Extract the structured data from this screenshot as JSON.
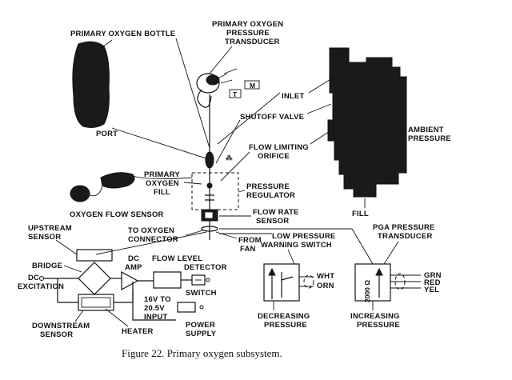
{
  "labels": {
    "primary_oxygen_bottle": "PRIMARY OXYGEN BOTTLE",
    "pressure_transducer_1": "PRIMARY OXYGEN",
    "pressure_transducer_2": "PRESSURE",
    "pressure_transducer_3": "TRANSDUCER",
    "port": "PORT",
    "inlet": "INLET",
    "shutoff_valve": "SHUTOFF VALVE",
    "flow_limiting_1": "FLOW LIMITING",
    "flow_limiting_2": "ORIFICE",
    "ambient_1": "AMBIENT",
    "ambient_2": "PRESSURE",
    "primary_fill_1": "PRIMARY",
    "primary_fill_2": "OXYGEN",
    "primary_fill_3": "FILL",
    "pressure_reg_1": "PRESSURE",
    "pressure_reg_2": "REGULATOR",
    "fill": "FILL",
    "oxygen_flow_sensor": "OXYGEN FLOW SENSOR",
    "flow_rate_1": "FLOW RATE",
    "flow_rate_2": "SENSOR",
    "to_oxygen_1": "TO OXYGEN",
    "to_oxygen_2": "CONNECTOR",
    "from_fan_1": "FROM",
    "from_fan_2": "FAN",
    "upstream_1": "UPSTREAM",
    "upstream_2": "SENSOR",
    "bridge": "BRIDGE",
    "dc_exc_1": "DC",
    "dc_exc_2": "EXCITATION",
    "dc_amp_1": "DC",
    "dc_amp_2": "AMP",
    "flow_level_1": "FLOW LEVEL",
    "flow_level_2": "DETECTOR",
    "switch": "SWITCH",
    "input_1": "16V TO",
    "input_2": "20.5V",
    "input_3": "INPUT",
    "downstream_1": "DOWNSTREAM",
    "downstream_2": "SENSOR",
    "heater": "HEATER",
    "power_1": "POWER",
    "power_2": "SUPPLY",
    "low_pressure_1": "LOW PRESSURE",
    "low_pressure_2": "WARNING SWITCH",
    "wht": "WHT",
    "orn": "ORN",
    "decreasing_1": "DECREASING",
    "decreasing_2": "PRESSURE",
    "pga_1": "PGA PRESSURE",
    "pga_2": "TRANSDUCER",
    "ohms": "2000 Ω",
    "grn": "GRN",
    "red": "RED",
    "yel": "YEL",
    "increasing_1": "INCREASING",
    "increasing_2": "PRESSURE",
    "t_mark": "T",
    "m_mark": "M"
  },
  "caption": "Figure 22.  Primary oxygen subsystem."
}
